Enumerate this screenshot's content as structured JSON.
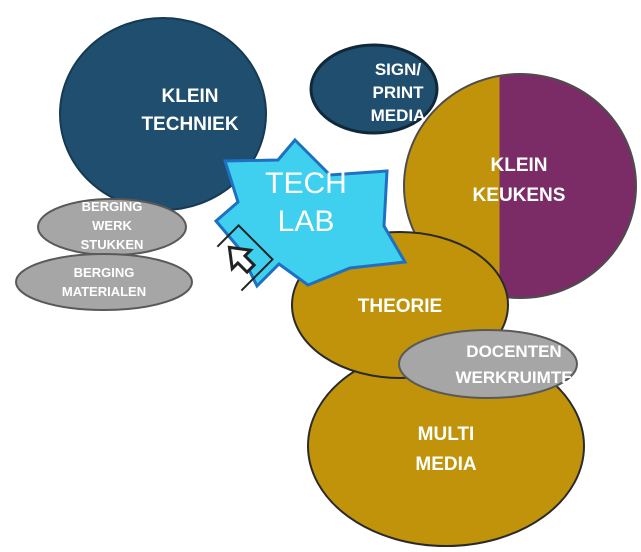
{
  "areas": {
    "klein_techniek": {
      "lines": [
        "KLEIN",
        "TECHNIEK"
      ],
      "color": "#1f4e6e"
    },
    "sign_print_media": {
      "lines": [
        "SIGN/",
        "PRINT",
        "MEDIA"
      ],
      "color": "#1f4e6e"
    },
    "klein_keukens": {
      "lines": [
        "KLEIN",
        "KEUKENS"
      ],
      "color_left": "#c1930a",
      "color_right": "#7b2c66"
    },
    "tech_lab": {
      "lines": [
        "TECH",
        "LAB"
      ],
      "color": "#3fd0f0"
    },
    "berging_werkstukken": {
      "lines": [
        "BERGING",
        "WERK",
        "STUKKEN"
      ],
      "color": "#a6a6a6"
    },
    "berging_materialen": {
      "lines": [
        "BERGING",
        "MATERIALEN"
      ],
      "color": "#a6a6a6"
    },
    "theorie": {
      "lines": [
        "THEORIE"
      ],
      "color": "#c1930a"
    },
    "docenten_werkruimte": {
      "lines": [
        "DOCENTEN",
        "WERKRUIMTE"
      ],
      "color": "#a6a6a6"
    },
    "multi_media": {
      "lines": [
        "MULTI",
        "MEDIA"
      ],
      "color": "#c1930a"
    }
  },
  "entrance": {
    "icon": "entrance-arrow-icon"
  }
}
